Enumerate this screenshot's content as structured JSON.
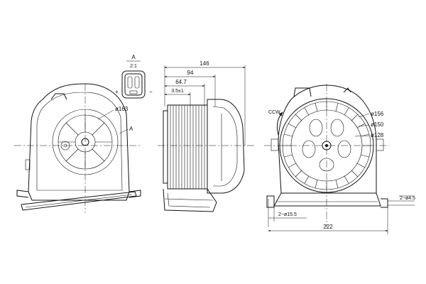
{
  "section_callout": {
    "letter": "A",
    "scale": "2:1"
  },
  "terminal_signs": {
    "plus": "+",
    "minus": "−"
  },
  "front_view": {
    "diameter_label": "ø163",
    "section_marker": "A"
  },
  "side_view": {
    "overall_width": "146",
    "body_depth": "94",
    "wheel_depth": "64.7",
    "offset": "3.5±1"
  },
  "rear_view": {
    "rotation": "CCW",
    "diameters": [
      "ø156",
      "ø150",
      "ø128"
    ],
    "mount_holes_small": "2−ø4.5",
    "mount_holes_large": "2−ø15.5",
    "overall_width": "222"
  }
}
